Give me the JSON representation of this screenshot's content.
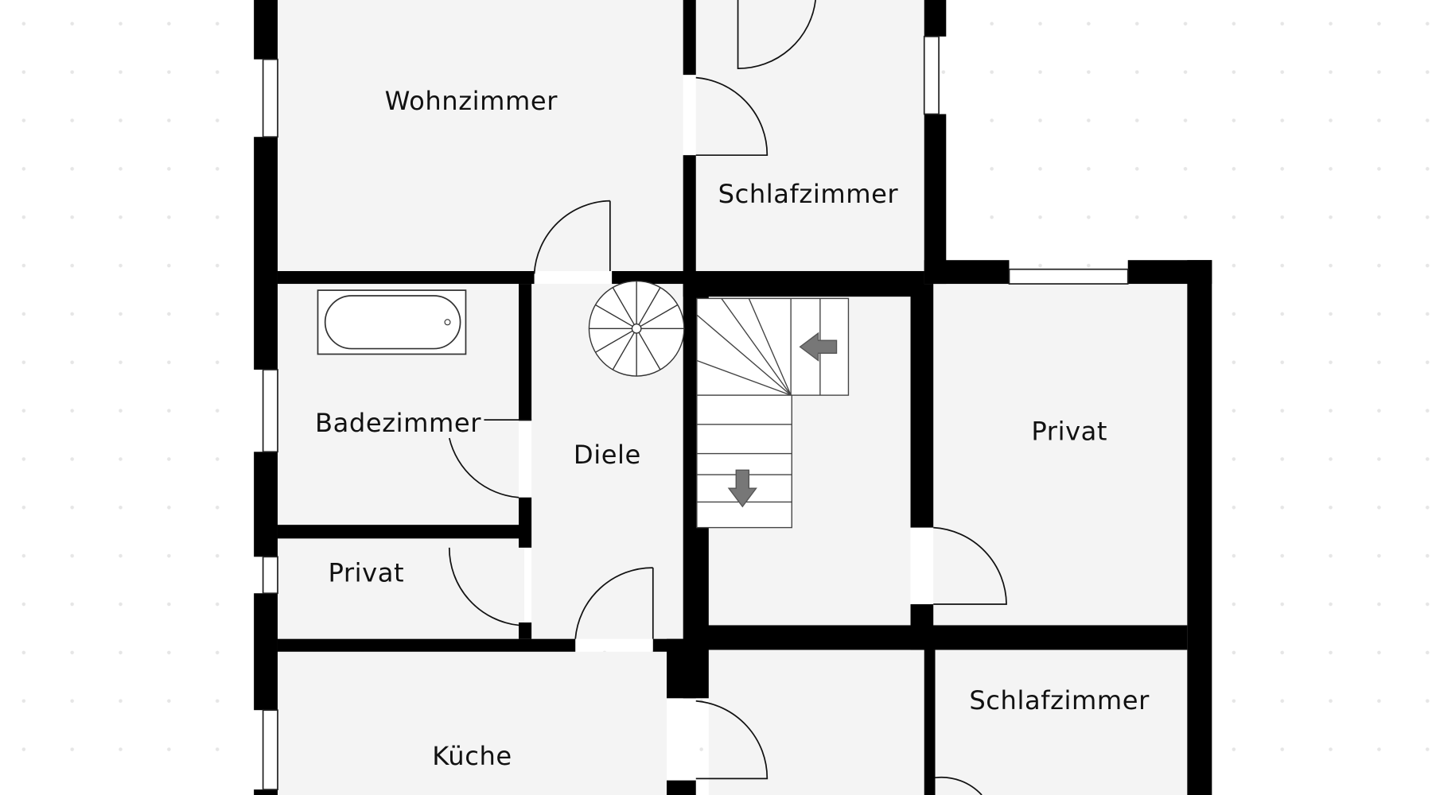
{
  "floorplan": {
    "rooms": [
      {
        "id": "wohnzimmer",
        "label": "Wohnzimmer"
      },
      {
        "id": "schlafzimmer-1",
        "label": "Schlafzimmer"
      },
      {
        "id": "badezimmer",
        "label": "Badezimmer"
      },
      {
        "id": "diele",
        "label": "Diele"
      },
      {
        "id": "privat-1",
        "label": "Privat"
      },
      {
        "id": "privat-2",
        "label": "Privat"
      },
      {
        "id": "kueche",
        "label": "Küche"
      },
      {
        "id": "schlafzimmer-2",
        "label": "Schlafzimmer"
      }
    ],
    "colors": {
      "wall": "#000000",
      "floor": "#f4f4f4",
      "background": "#ffffff",
      "stair_arrow": "#777777"
    }
  }
}
